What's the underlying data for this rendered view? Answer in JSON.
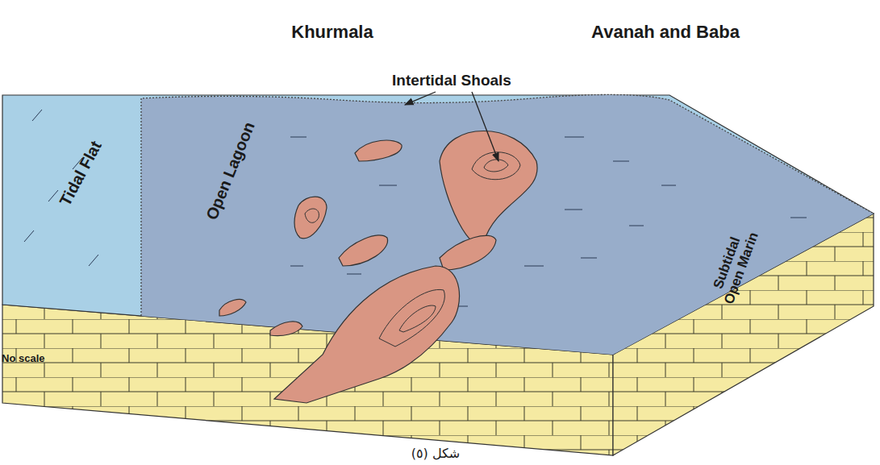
{
  "diagram": {
    "caption": "شكل (٥)",
    "labels": [
      "Khurmala",
      "Avanah and Baba",
      "Intertidal Shoals",
      "Tidal Flat",
      "Open Lagoon",
      "Subtidal Open Marin",
      "No scale"
    ]
  }
}
